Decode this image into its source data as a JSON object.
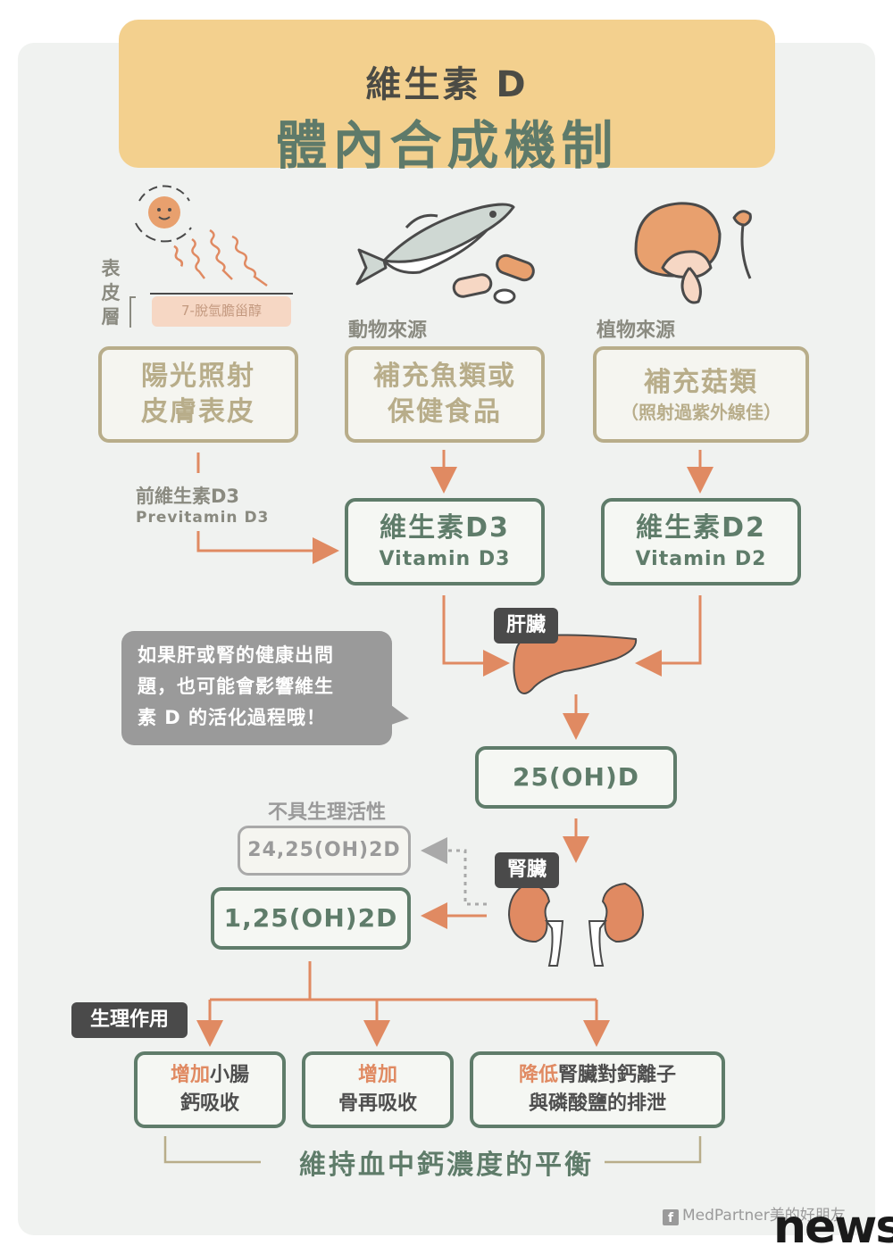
{
  "title": {
    "line1": "維生素 D",
    "line2": "體內合成機制"
  },
  "skin": {
    "side_label": "表皮層",
    "compound": "7-脫氫膽甾醇"
  },
  "sources": {
    "animal_label": "動物來源",
    "plant_label": "植物來源"
  },
  "row1": {
    "sun": {
      "line1": "陽光照射",
      "line2": "皮膚表皮"
    },
    "animal": {
      "line1": "補充魚類或",
      "line2": "保健食品"
    },
    "plant": {
      "line1": "補充菇類",
      "line2": "（照射過紫外線佳）"
    }
  },
  "previtamin": {
    "zh": "前維生素D3",
    "en": "Previtamin D3"
  },
  "row2": {
    "d3": {
      "zh": "維生素D3",
      "en": "Vitamin D3"
    },
    "d2": {
      "zh": "維生素D2",
      "en": "Vitamin D2"
    }
  },
  "liver_tag": "肝臟",
  "kidney_tag": "腎臟",
  "bubble": {
    "line1": "如果肝或腎的健康出問",
    "line2": "題，也可能會影響維生",
    "line3": "素 D 的活化過程哦！"
  },
  "calcidiol": "25(OH)D",
  "inactive_label": "不具生理活性",
  "inactive_form": "24,25(OH)2D",
  "active_form": "1,25(OH)2D",
  "effects_tag": "生理作用",
  "effects": {
    "e1": {
      "hl": "增加",
      "rest": "小腸",
      "line2": "鈣吸收"
    },
    "e2": {
      "hl": "增加",
      "rest": "",
      "line2": "骨再吸收"
    },
    "e3": {
      "hl": "降低",
      "rest": "腎臟對鈣離子",
      "line2": "與磷酸鹽的排泄"
    }
  },
  "balance": "維持血中鈣濃度的平衡",
  "footer": {
    "fb": "f",
    "brand": "MedPartner美的好朋友",
    "news": "news"
  },
  "colors": {
    "accent_orange": "#e08a62",
    "green": "#5f7c6a",
    "tan": "#b8ad8a",
    "title_bg": "#f3d08e",
    "grey": "#9a9a9a"
  }
}
